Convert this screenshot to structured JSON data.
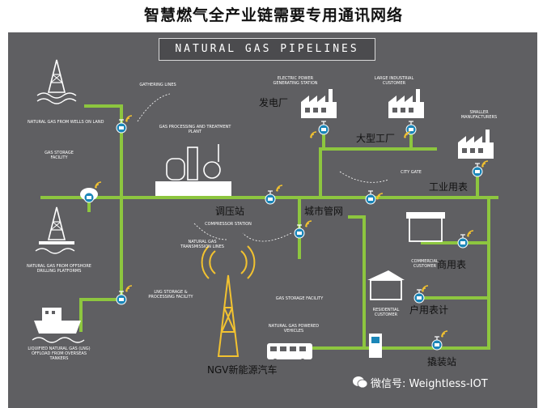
{
  "page": {
    "title": "智慧燃气全产业链需要专用通讯网络"
  },
  "banner": {
    "title": "NATURAL GAS PIPELINES"
  },
  "captions": {
    "wells": "NATURAL GAS FROM WELLS ON LAND",
    "gathering": "GATHERING LINES",
    "storage_facility": "GAS STORAGE FACILITY",
    "offshore": "NATURAL GAS FROM OFFSHORE DRILLING PLATFORMS",
    "lng_offload": "LIQUIFIED NATURAL GAS (LNG) OFFLOAD FROM OVERSEAS TANKERS",
    "processing": "GAS PROCESSING AND TREATMENT PLANT",
    "electric": "ELECTRIC POWER GENERATING STATION",
    "industrial": "LARGE INDUSTRIAL CUSTOMER",
    "smaller": "SMALLER MANUFACTURERS",
    "city_gate": "CITY GATE",
    "compressor": "COMPRESSOR STATION",
    "transmission": "NATURAL GAS TRANSMISSION LINES",
    "lng_storage": "LNG STORAGE & PROCESSING FACILITY",
    "gas_storage_mid": "GAS STORAGE FACILITY",
    "commercial": "COMMERCIAL CUSTOMER",
    "residential": "RESIDENTIAL CUSTOMER",
    "vehicles": "NATURAL GAS POWERED VEHICLES"
  },
  "labels_cn": {
    "power_plant": "发电厂",
    "large_factory": "大型工厂",
    "industrial_meter": "工业用表",
    "regulator_station": "调压站",
    "city_network": "城市管网",
    "commercial_meter": "商用表",
    "household_meter": "户用表计",
    "filling_station": "撬装站",
    "ngv": "NGV新能源汽车"
  },
  "footer": {
    "text": "微信号: Weightless-IOT"
  },
  "colors": {
    "pipe": "#8dc63f",
    "valve": "#1b86b8",
    "signal": "#f2c230",
    "panel": "#5f5f62",
    "white": "#ffffff"
  },
  "icons": [
    "oil-derrick-icon",
    "offshore-platform-icon",
    "tanker-ship-icon",
    "storage-tank-icon",
    "processing-plant-icon",
    "factory-icon",
    "store-icon",
    "house-icon",
    "bus-icon",
    "fuel-pump-icon",
    "radio-tower-icon",
    "valve-icon",
    "wifi-signal-icon",
    "wechat-icon"
  ]
}
